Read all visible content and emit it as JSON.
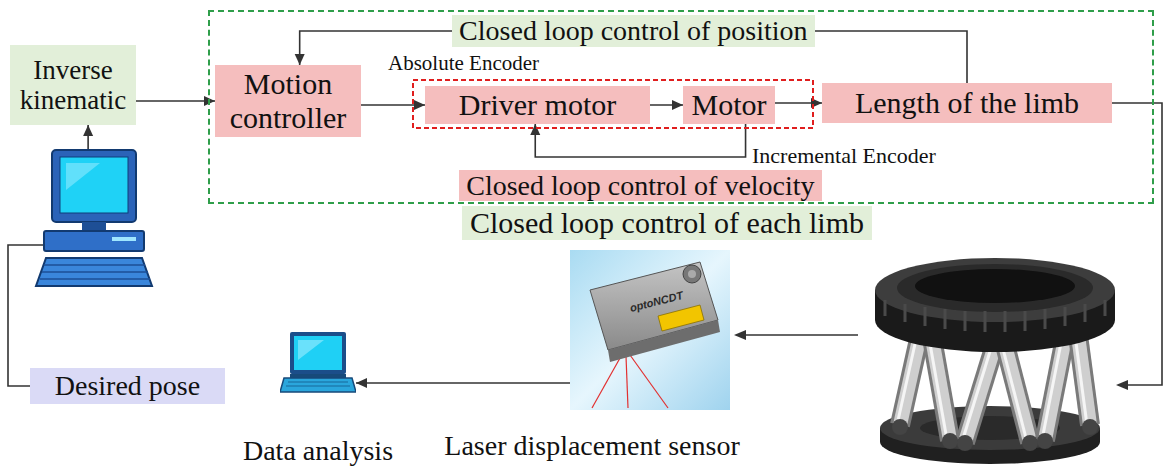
{
  "diagram": {
    "nodes": [
      {
        "text": [
          "Inverse kinematic"
        ]
      },
      {
        "text": [
          "Closed loop control of each limb"
        ]
      },
      {
        "text": [
          "Motion controller"
        ],
        "in": 1
      },
      {
        "text": [
          "Driver motor"
        ],
        "in": 1
      },
      {
        "text": [
          "Motor"
        ],
        "in": 1
      },
      {
        "text": [
          "Length of the limb"
        ],
        "in": 1
      },
      {
        "text": [
          "Desired pose"
        ]
      },
      {
        "text": [
          "Data analysis"
        ]
      },
      {
        "text": [
          "Laser displacement sensor"
        ]
      }
    ],
    "edges": [
      {
        "from": 6,
        "to": 0,
        "arrow": "to"
      },
      {
        "from": 0,
        "to": 2,
        "arrow": "to"
      },
      {
        "from": 2,
        "to": 3,
        "arrow": "to"
      },
      {
        "from": 3,
        "to": 4,
        "arrow": "to"
      },
      {
        "from": 4,
        "to": 5,
        "arrow": "to"
      },
      {
        "from": 5,
        "to": 2,
        "arrow": "to",
        "label": "Closed loop control of position"
      },
      {
        "from": 4,
        "to": 3,
        "arrow": "to",
        "label": "Closed loop control of velocity"
      },
      {
        "from": 8,
        "to": 7,
        "arrow": "to"
      }
    ],
    "labels": [
      "Absolute Encoder",
      "Incremental Encoder",
      "optoNCDT"
    ]
  }
}
